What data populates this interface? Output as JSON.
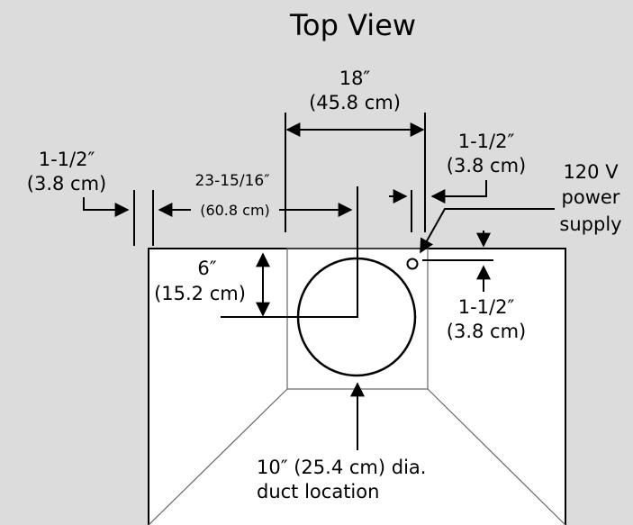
{
  "title": "Top View",
  "dim_width": {
    "line1": "18″",
    "line2": "(45.8 cm)"
  },
  "dim_left_gap": {
    "line1": "1-1/2″",
    "line2": "(3.8 cm)"
  },
  "dim_center": {
    "line1": "23-15/16″",
    "line2": "(60.8 cm)"
  },
  "dim_right_gap": {
    "line1": "1-1/2″",
    "line2": "(3.8 cm)"
  },
  "power": {
    "line1": "120 V",
    "line2": "power",
    "line3": "supply"
  },
  "dim_depth": {
    "line1": "6″",
    "line2": "(15.2 cm)"
  },
  "dim_power_offset": {
    "line1": "1-1/2″",
    "line2": "(3.8 cm)"
  },
  "duct": {
    "line1": "10″ (25.4 cm) dia.",
    "line2": "duct location"
  }
}
